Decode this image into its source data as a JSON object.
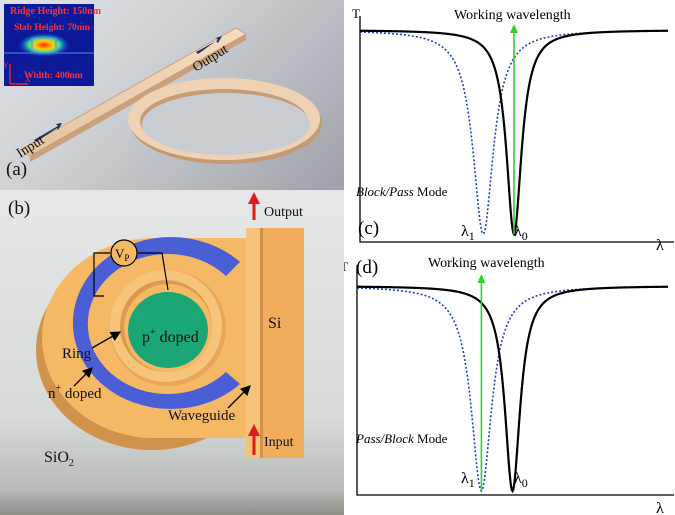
{
  "panel_a": {
    "label": "(a)",
    "inset_lines": [
      "Ridge Height: 150nm",
      "Slab Height: 70nm",
      "Width: 400nm"
    ],
    "axis_y": "Y",
    "axis_x": "X",
    "input_label": "Input",
    "output_label": "Output"
  },
  "panel_b": {
    "label": "(b)",
    "output_label": "Output",
    "input_label": "Input",
    "vp_label": "V",
    "vp_sub": "P",
    "si_label": "Si",
    "p_doped": "p",
    "p_doped_sup": "+",
    "p_doped_rest": " doped",
    "ring_label": "Ring",
    "n_doped": "n",
    "n_doped_sup": "+",
    "n_doped_rest": " doped",
    "waveguide_label": "Waveguide",
    "sio2_label": "SiO",
    "sio2_sub": "2",
    "colors": {
      "pad": "#f5b865",
      "doped_n": "#4a5fd6",
      "doped_p": "#1aa775",
      "arrow": "#e11b1b"
    }
  },
  "chart_data": [
    {
      "type": "line",
      "panel_label": "(c)",
      "y_axis_label": "T",
      "x_axis_label": "λ",
      "title": "Working wavelength",
      "mode_italic": "Block/Pass",
      "mode_rest": " Mode",
      "lambda1_label": "λ",
      "lambda1_sub": "1",
      "lambda0_label": "λ",
      "lambda0_sub": "0",
      "x_range": [
        0,
        100
      ],
      "y_range": [
        0,
        1
      ],
      "resonances": {
        "lambda1": 40,
        "lambda0": 50
      },
      "working_wavelength": 50,
      "series": [
        {
          "style": "dotted",
          "color": "#1f3fc9",
          "center": 40,
          "width": 4,
          "floor": 0
        },
        {
          "style": "solid",
          "color": "#000000",
          "center": 50,
          "width": 3,
          "floor": 0
        }
      ],
      "colors": {
        "working_arrow": "#2fcf2f"
      }
    },
    {
      "type": "line",
      "panel_label": "(d)",
      "y_axis_label": "T",
      "x_axis_label": "λ",
      "title": "Working wavelength",
      "mode_italic": "Pass/Block",
      "mode_rest": " Mode",
      "lambda1_label": "λ",
      "lambda1_sub": "1",
      "lambda0_label": "λ",
      "lambda0_sub": "0",
      "x_range": [
        0,
        100
      ],
      "y_range": [
        0,
        1
      ],
      "resonances": {
        "lambda1": 40,
        "lambda0": 50
      },
      "working_wavelength": 40,
      "series": [
        {
          "style": "dotted",
          "color": "#1f3fc9",
          "center": 40,
          "width": 4,
          "floor": 0
        },
        {
          "style": "solid",
          "color": "#000000",
          "center": 50,
          "width": 3,
          "floor": 0
        }
      ],
      "colors": {
        "working_arrow": "#2fcf2f"
      }
    }
  ]
}
